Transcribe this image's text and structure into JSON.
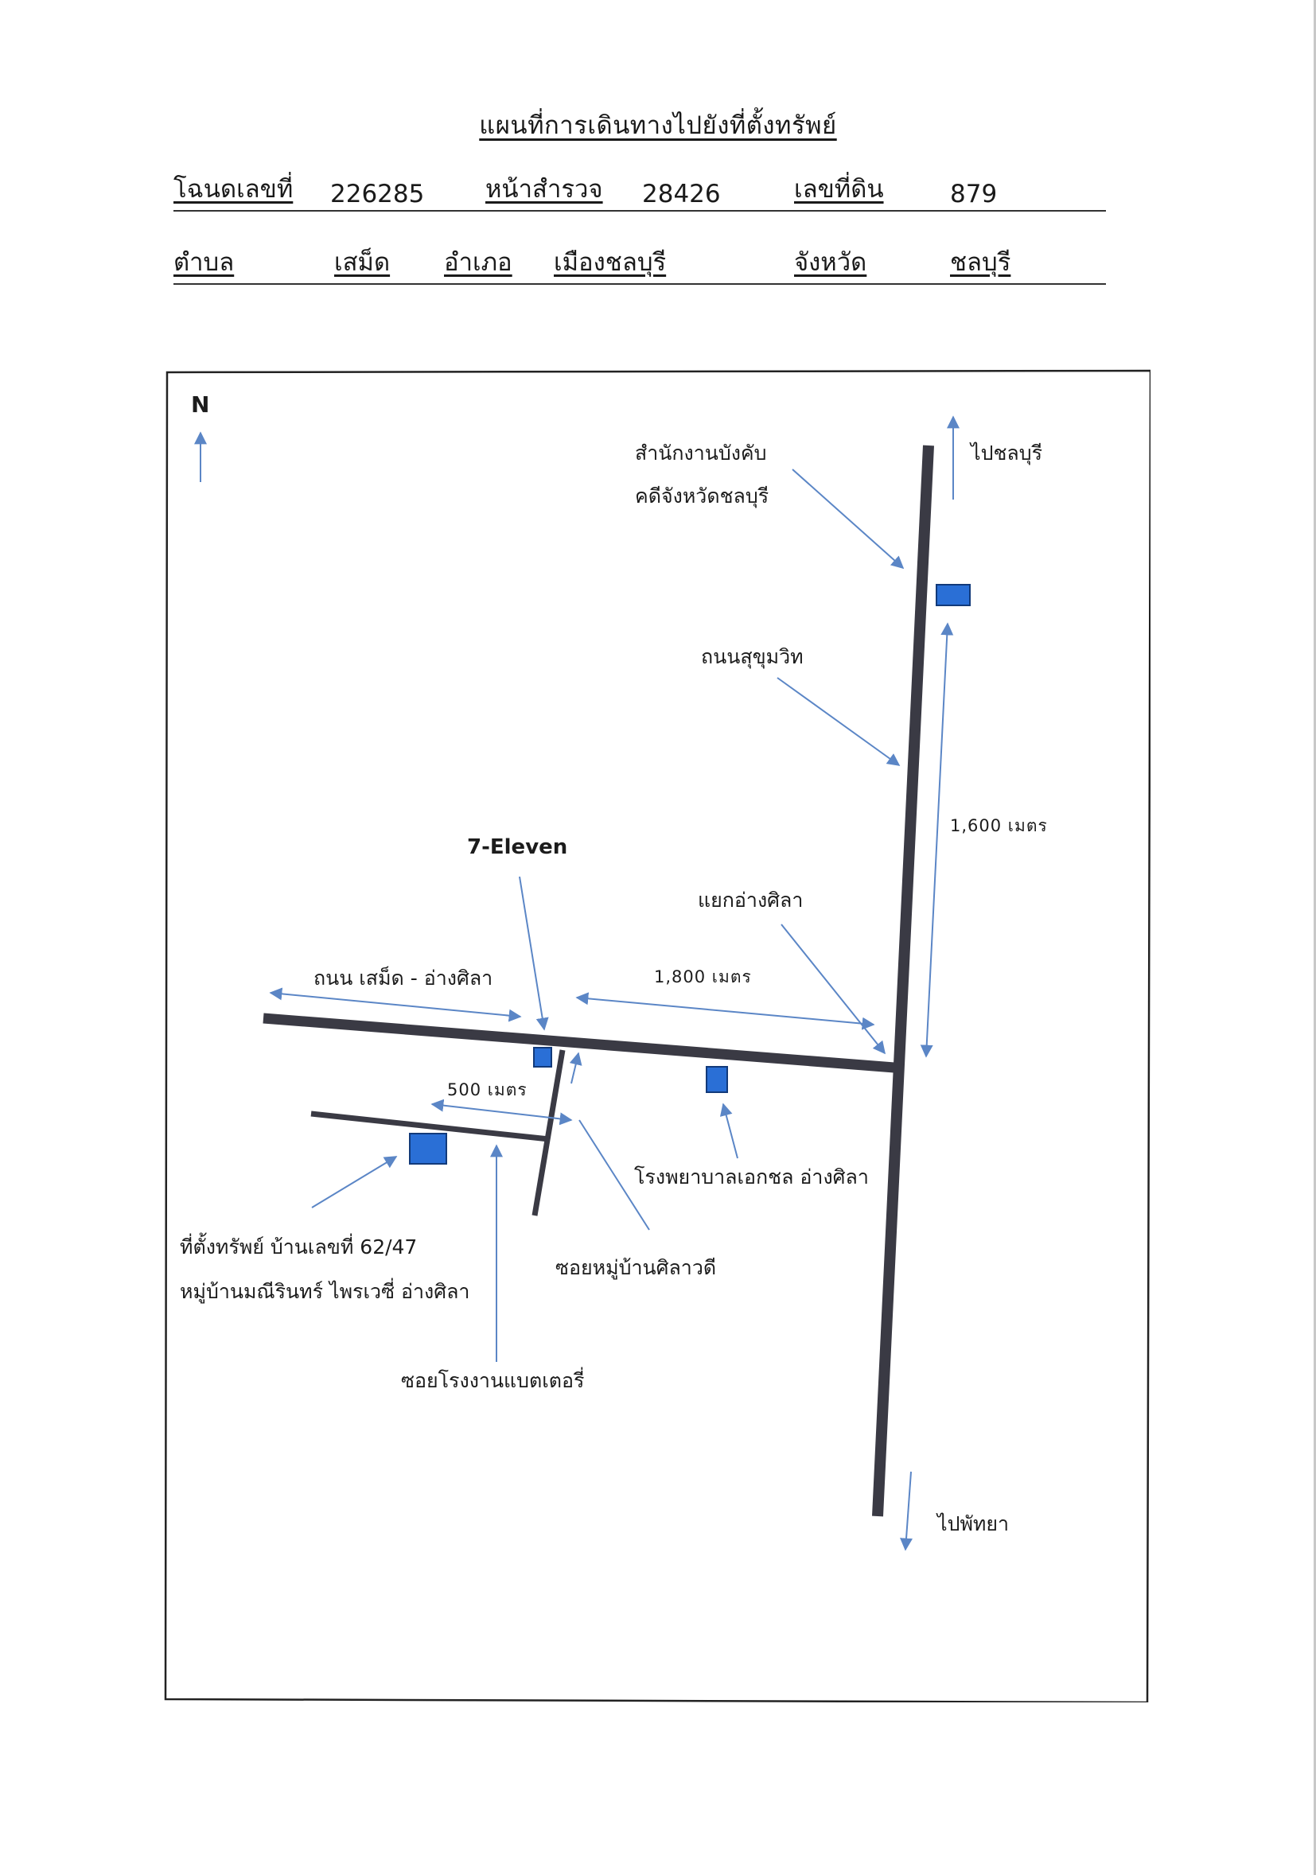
{
  "document": {
    "title": "แผนที่การเดินทางไปยังที่ตั้งทรัพย์",
    "deed_label": "โฉนดเลขที่",
    "deed_no": "226285",
    "survey_label": "หน้าสำรวจ",
    "survey_no": "28426",
    "land_label": "เลขที่ดิน",
    "land_no": "879",
    "subdistrict_label": "ตำบล",
    "subdistrict": "เสม็ด",
    "district_label": "อำเภอ",
    "district": "เมืองชลบุรี",
    "province_label": "จังหวัด",
    "province": "ชลบุรี"
  },
  "map": {
    "north": "N",
    "to_chonburi": "ไปชลบุรี",
    "to_pattaya": "ไปพัทยา",
    "court_office_line1": "สำนักงานบังคับ",
    "court_office_line2": "คดีจังหวัดชลบุรี",
    "sukhumvit": "ถนนสุขุมวิท",
    "dist_1600": "1,600 เมตร",
    "seven_eleven": "7-Eleven",
    "ang_sila_junction": "แยกอ่างศิลา",
    "samed_road": "ถนน เสม็ด - อ่างศิลา",
    "dist_1800": "1,800 เมตร",
    "dist_500": "500 เมตร",
    "hospital": "โรงพยาบาลเอกชล อ่างศิลา",
    "property_line1": "ที่ตั้งทรัพย์ บ้านเลขที่ 62/47",
    "property_line2": "หมู่บ้านมณีรินทร์ ไพรเวซี่ อ่างศิลา",
    "soi_silawadee": "ซอยหมู่บ้านศิลาวดี",
    "soi_battery": "ซอยโรงงานแบตเตอรี่",
    "colors": {
      "road": "#3a3a44",
      "building": "#2a6fd6",
      "arrow": "#5b86c6"
    }
  }
}
